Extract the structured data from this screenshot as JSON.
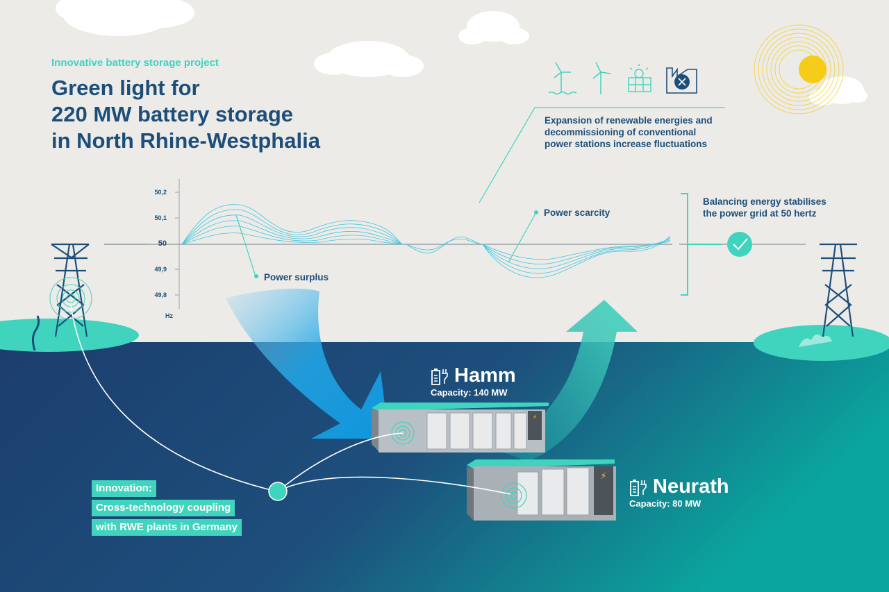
{
  "header": {
    "kicker": "Innovative battery storage project",
    "title_lines": [
      "Green light for",
      "220 MW battery storage",
      "in North Rhine-Westphalia"
    ]
  },
  "frequency_axis": {
    "ticks": [
      "50,2",
      "50,1",
      "50",
      "49,9",
      "49,8"
    ],
    "unit": "Hz"
  },
  "annotations": {
    "power_surplus": "Power surplus",
    "power_scarcity": "Power scarcity",
    "fluctuations": [
      "Expansion of renewable energies and",
      "decommissioning of conventional",
      "power stations increase fluctuations"
    ],
    "balancing": [
      "Balancing energy stabilises",
      "the power grid at 50 hertz"
    ]
  },
  "icons": [
    "offshore-wind-turbine-icon",
    "wind-turbine-icon",
    "solar-panel-icon",
    "decommissioned-power-station-icon",
    "checkmark-icon",
    "battery-plug-icon"
  ],
  "plants": {
    "hamm": {
      "name": "Hamm",
      "capacity": "Capacity: 140 MW"
    },
    "neurath": {
      "name": "Neurath",
      "capacity": "Capacity: 80 MW"
    }
  },
  "innovation": [
    "Innovation:",
    "Cross-technology coupling",
    "with RWE plants in Germany"
  ],
  "colors": {
    "navy": "#1d4e7a",
    "teal": "#40d4bf",
    "sky": "#ecebe7",
    "sea_dark": "#1c3e6e",
    "sea_teal": "#0b9e9a",
    "sun": "#f6cc1a"
  }
}
